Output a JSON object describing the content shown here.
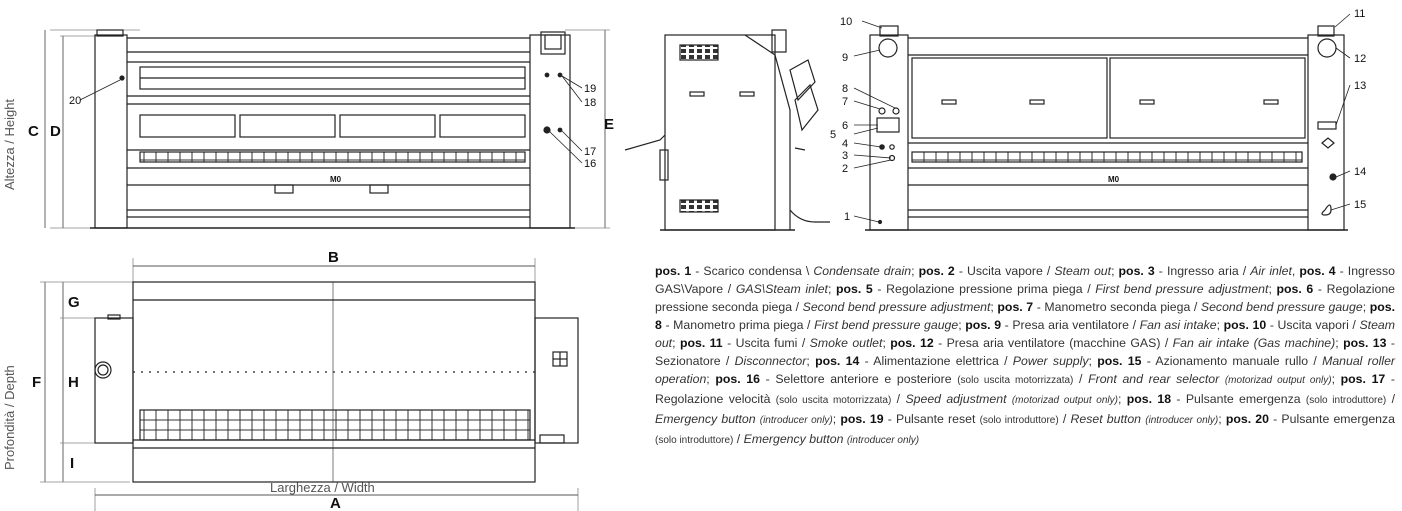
{
  "front_view": {
    "height_axis": "Altezza / Height",
    "dim_c": "C",
    "dim_d": "D",
    "dim_e": "E",
    "callouts": [
      "20",
      "19",
      "18",
      "17",
      "16"
    ],
    "motor_label": "M0"
  },
  "top_view": {
    "depth_axis": "Profondità / Depth",
    "dim_b": "B",
    "dim_f": "F",
    "dim_g": "G",
    "dim_h": "H",
    "dim_i": "I",
    "width_axis": "Larghezza / Width",
    "dim_a": "A"
  },
  "side_view": {},
  "rear_view": {
    "callouts_left": [
      "10",
      "9",
      "8",
      "7",
      "6",
      "5",
      "4",
      "3",
      "2",
      "1"
    ],
    "callouts_right": [
      "11",
      "12",
      "13",
      "14",
      "15"
    ],
    "motor_label": "M0"
  },
  "legend": [
    {
      "pos": "pos. 1",
      "it": " - Scarico condensa \\ ",
      "en": "Condensate drain",
      "tail": "; "
    },
    {
      "pos": "pos. 2",
      "it": " - Uscita vapore  / ",
      "en": "Steam out",
      "tail": "; "
    },
    {
      "pos": "pos. 3",
      "it": " - Ingresso aria / ",
      "en": "Air inlet",
      "tail": ", "
    },
    {
      "pos": "pos. 4",
      "it": "  - Ingresso GAS\\Vapore / ",
      "en": "GAS\\Steam inlet",
      "tail": "; "
    },
    {
      "pos": "pos. 5",
      "it": " - Regolazione pressione prima piega / ",
      "en": "First bend pressure adjustment",
      "tail": "; "
    },
    {
      "pos": "pos. 6",
      "it": " - Regolazione pressione seconda piega / ",
      "en": "Second bend pressure adjustment",
      "tail": "; "
    },
    {
      "pos": "pos. 7",
      "it": " - Manometro seconda piega / ",
      "en": "Second bend pressure gauge",
      "tail": "; "
    },
    {
      "pos": "pos. 8",
      "it": " - Manometro prima piega / ",
      "en": "First bend pressure gauge",
      "tail": "; "
    },
    {
      "pos": "pos. 9",
      "it": " - Presa aria ventilatore / ",
      "en": "Fan asi intake",
      "tail": "; "
    },
    {
      "pos": "pos. 10",
      "it": " - Uscita vapori / ",
      "en": "Steam out",
      "tail": "; "
    },
    {
      "pos": "pos. 11",
      "it": " - Uscita fumi / ",
      "en": "Smoke outlet",
      "tail": "; "
    },
    {
      "pos": "pos. 12",
      "it": " - Presa aria ventilatore (macchine GAS) / ",
      "en": "Fan air intake (Gas machine)",
      "tail": "; "
    },
    {
      "pos": "pos. 13",
      "it": " - Sezionatore / ",
      "en": "Disconnector",
      "tail": "; "
    },
    {
      "pos": "pos. 14",
      "it": " - Alimentazione elettrica / ",
      "en": "Power supply",
      "tail": "; "
    },
    {
      "pos": "pos. 15",
      "it": " - Azionamento manuale rullo / ",
      "en": "Manual roller operation",
      "tail": "; "
    },
    {
      "pos": "pos. 16",
      "it": " - Selettore anteriore e posteriore ",
      "small_it": "(solo uscita motorrizzata)",
      "it2": " / ",
      "en": "Front and rear selector ",
      "small_en": "(motorizad output only)",
      "tail": "; "
    },
    {
      "pos": "pos. 17",
      "it": " - Regolazione velocità ",
      "small_it": "(solo uscita motorrizzata)",
      "it2": " / ",
      "en": "Speed adjustment ",
      "small_en": "(motorizad output only)",
      "tail": "; "
    },
    {
      "pos": "pos. 18",
      "it": " - Pulsante emergenza ",
      "small_it": "(solo introduttore)",
      "it2": " / ",
      "en": "Emergency button ",
      "small_en": "(introducer only)",
      "tail": "; "
    },
    {
      "pos": "pos. 19",
      "it": " - Pulsante reset ",
      "small_it": "(solo introduttore)",
      "it2": " / ",
      "en": "Reset button ",
      "small_en": "(introducer only)",
      "tail": "; "
    },
    {
      "pos": "pos. 20",
      "it": " - Pulsante emergenza ",
      "small_it": "(solo introduttore)",
      "it2": " / ",
      "en": "Emergency button ",
      "small_en": "(introducer only)",
      "tail": ""
    }
  ]
}
